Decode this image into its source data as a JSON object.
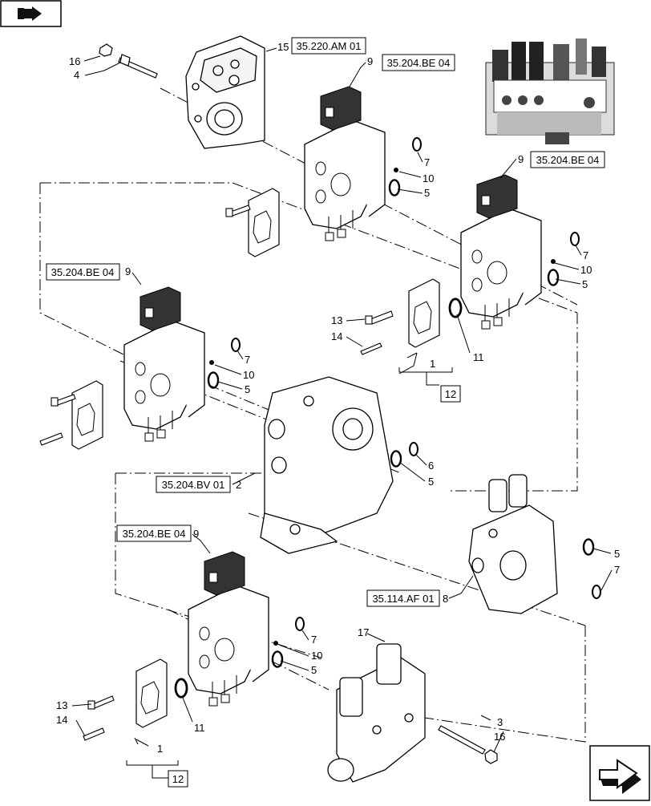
{
  "nav": {
    "prev_icon": "book-arrow-icon",
    "next_icon": "next-page-arrow-icon"
  },
  "refs": {
    "r1": "35.220.AM 01",
    "r2": "35.204.BE 04",
    "r3": "35.204.BE 04",
    "r4": "35.204.BE 04",
    "r5": "35.204.BV 01",
    "r6": "35.204.BE 04",
    "r7": "35.114.AF 01",
    "r8": "12",
    "r9": "12"
  },
  "callouts": {
    "c16a": "16",
    "c4": "4",
    "c15": "15",
    "c9a": "9",
    "c7a": "7",
    "c10a": "10",
    "c5a": "5",
    "c9b": "9",
    "c7b": "7",
    "c10b": "10",
    "c5b": "5",
    "c13a": "13",
    "c14a": "14",
    "c11a": "11",
    "c1a": "1",
    "c9c": "9",
    "c7c": "7",
    "c10c": "10",
    "c5c": "5",
    "c6": "6",
    "c5d": "5",
    "c2": "2",
    "c9d": "9",
    "c5e": "5",
    "c7d": "7",
    "c8": "8",
    "c7e": "7",
    "c10d": "10",
    "c5f": "5",
    "c17": "17",
    "c13b": "13",
    "c14b": "14",
    "c11b": "11",
    "c1b": "1",
    "c3": "3",
    "c16b": "16"
  }
}
